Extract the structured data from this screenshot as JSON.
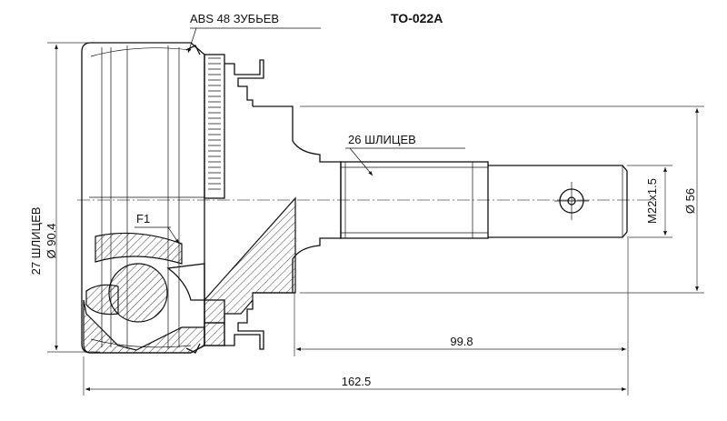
{
  "part_number": "TO-022A",
  "labels": {
    "abs": "ABS 48 ЗУБЬЕВ",
    "outer_splines": "26 ШЛИЦЕВ",
    "inner_splines_diameter": "27 ШЛИЦЕВ\nØ 90.4",
    "thread": "M22x1.5",
    "shaft_diameter": "Ø 56",
    "f1": "F1"
  },
  "dimensions": {
    "stem_length": "99.8",
    "overall_length": "162.5"
  }
}
